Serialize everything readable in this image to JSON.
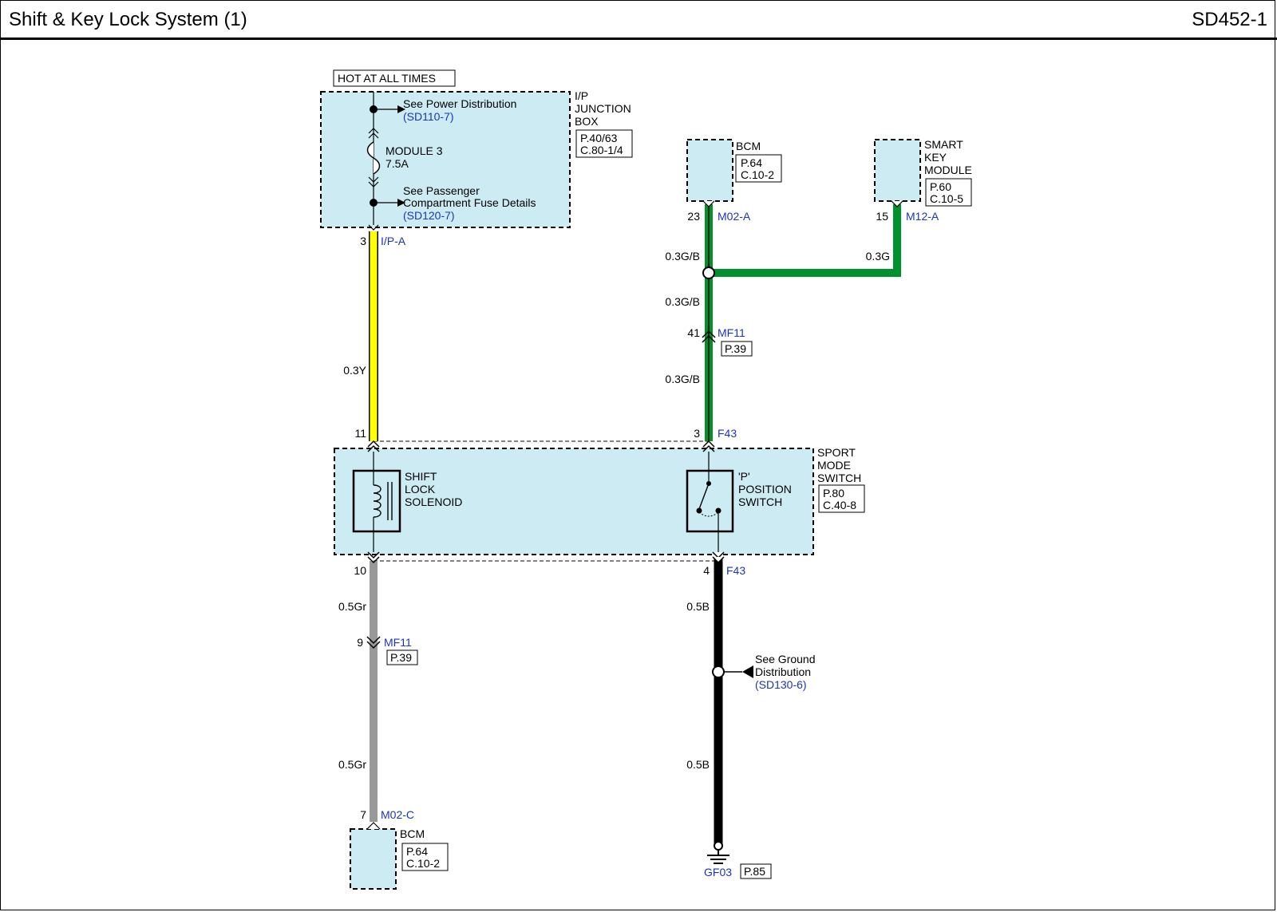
{
  "header": {
    "title": "Shift & Key Lock System (1)",
    "code": "SD452-1"
  },
  "colors": {
    "component_fill": "#cdebf3",
    "wire_yellow": "#ffff00",
    "wire_green": "#00902c",
    "wire_gray": "#999999",
    "wire_black": "#000000",
    "link_blue": "#1a35b8"
  },
  "power": {
    "label": "HOT AT ALL TIMES"
  },
  "junction_box": {
    "name_lines": [
      "I/P",
      "JUNCTION",
      "BOX"
    ],
    "ref_lines": [
      "P.40/63",
      "C.80-1/4"
    ],
    "power_dist_label": "See Power Distribution",
    "power_dist_link": "(SD110-7)",
    "fuse_lines": [
      "MODULE 3",
      "7.5A"
    ],
    "passenger_lines": [
      "See Passenger",
      "Compartment Fuse Details"
    ],
    "passenger_link": "(SD120-7)",
    "pin": "3",
    "connector": "I/P-A"
  },
  "bcm_top": {
    "name": "BCM",
    "ref_lines": [
      "P.64",
      "C.10-2"
    ],
    "pin": "23",
    "connector": "M02-A"
  },
  "smart_key": {
    "name_lines": [
      "SMART",
      "KEY",
      "MODULE"
    ],
    "ref_lines": [
      "P.60",
      "C.10-5"
    ],
    "pin": "15",
    "connector": "M12-A"
  },
  "wires": {
    "green_1": "0.3G/B",
    "green_2": "0.3G/B",
    "green_3": "0.3G/B",
    "green_smart": "0.3G",
    "yellow": "0.3Y",
    "gray_1": "0.5Gr",
    "gray_2": "0.5Gr",
    "black_1": "0.5B",
    "black_2": "0.5B"
  },
  "mf11_top": {
    "pin": "41",
    "connector": "MF11",
    "ref": "P.39"
  },
  "mf11_bottom": {
    "pin": "9",
    "connector": "MF11",
    "ref": "P.39"
  },
  "sport_switch": {
    "name_lines": [
      "SPORT",
      "MODE",
      "SWITCH"
    ],
    "ref_lines": [
      "P.80",
      "C.40-8"
    ],
    "pin_11": "11",
    "pin_3": "3",
    "conn_top": "F43",
    "pin_10": "10",
    "pin_4": "4",
    "conn_bottom": "F43",
    "solenoid_lines": [
      "SHIFT",
      "LOCK",
      "SOLENOID"
    ],
    "p_switch_lines": [
      "'P'",
      "POSITION",
      "SWITCH"
    ]
  },
  "ground_dist": {
    "lines": [
      "See Ground",
      "Distribution"
    ],
    "link": "(SD130-6)"
  },
  "ground": {
    "name": "GF03",
    "ref": "P.85"
  },
  "bcm_bottom": {
    "name": "BCM",
    "ref_lines": [
      "P.64",
      "C.10-2"
    ],
    "pin": "7",
    "connector": "M02-C"
  }
}
